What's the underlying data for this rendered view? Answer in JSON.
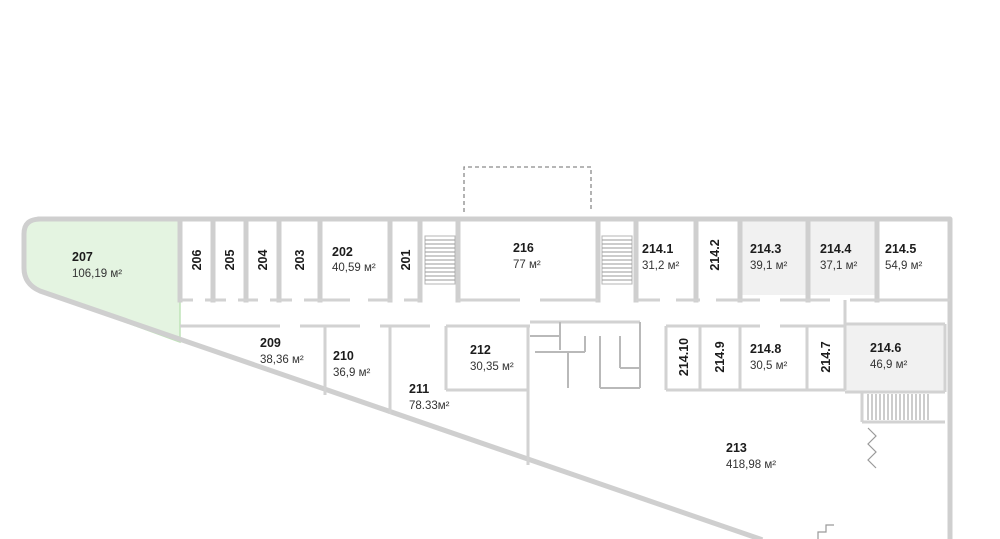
{
  "plan": {
    "colors": {
      "wall": "#cfcfcf",
      "highlight_fill": "#e4f4e1",
      "highlight_stroke": "#bfe3b8",
      "shaded_room": "#f1f1f1",
      "text": "#1c1c1c"
    },
    "rooms": {
      "r207": {
        "number": "207",
        "area": "106,19 м²",
        "highlighted": true
      },
      "r206": {
        "number": "206"
      },
      "r205": {
        "number": "205"
      },
      "r204": {
        "number": "204"
      },
      "r203": {
        "number": "203"
      },
      "r202": {
        "number": "202",
        "area": "40,59 м²"
      },
      "r201": {
        "number": "201"
      },
      "r216": {
        "number": "216",
        "area": "77 м²"
      },
      "r214_1": {
        "number": "214.1",
        "area": "31,2 м²"
      },
      "r214_2": {
        "number": "214.2"
      },
      "r214_3": {
        "number": "214.3",
        "area": "39,1 м²"
      },
      "r214_4": {
        "number": "214.4",
        "area": "37,1 м²"
      },
      "r214_5": {
        "number": "214.5",
        "area": "54,9 м²"
      },
      "r209": {
        "number": "209",
        "area": "38,36 м²"
      },
      "r210": {
        "number": "210",
        "area": "36,9 м²"
      },
      "r211": {
        "number": "211",
        "area": "78.33м²"
      },
      "r212": {
        "number": "212",
        "area": "30,35 м²"
      },
      "r214_10": {
        "number": "214.10"
      },
      "r214_9": {
        "number": "214.9"
      },
      "r214_8": {
        "number": "214.8",
        "area": "30,5 м²"
      },
      "r214_7": {
        "number": "214.7"
      },
      "r214_6": {
        "number": "214.6",
        "area": "46,9 м²"
      },
      "r213": {
        "number": "213",
        "area": "418,98 м²"
      }
    }
  }
}
